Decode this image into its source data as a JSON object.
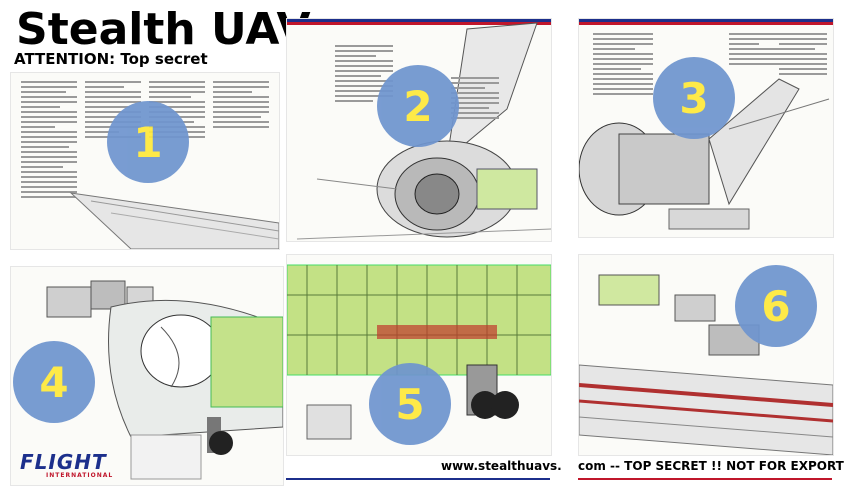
{
  "header": {
    "title": "Stealth UAVs",
    "subtitle": "ATTENTION:  Top secret"
  },
  "tiles": [
    {
      "number": "1"
    },
    {
      "number": "2"
    },
    {
      "number": "3"
    },
    {
      "number": "4"
    },
    {
      "number": "5"
    },
    {
      "number": "6"
    }
  ],
  "footer": {
    "url": "www.stealthuavs.",
    "notice": "com -- TOP SECRET !! NOT FOR EXPORT",
    "logo": "FLIGHT",
    "logo_sub": "INTERNATIONAL"
  },
  "colors": {
    "circle": "#6f95cf",
    "number": "#ffe93b",
    "airframe_green": "#bfe07a",
    "stripe_red": "#c0162b",
    "stripe_blue": "#1c2f8c"
  }
}
